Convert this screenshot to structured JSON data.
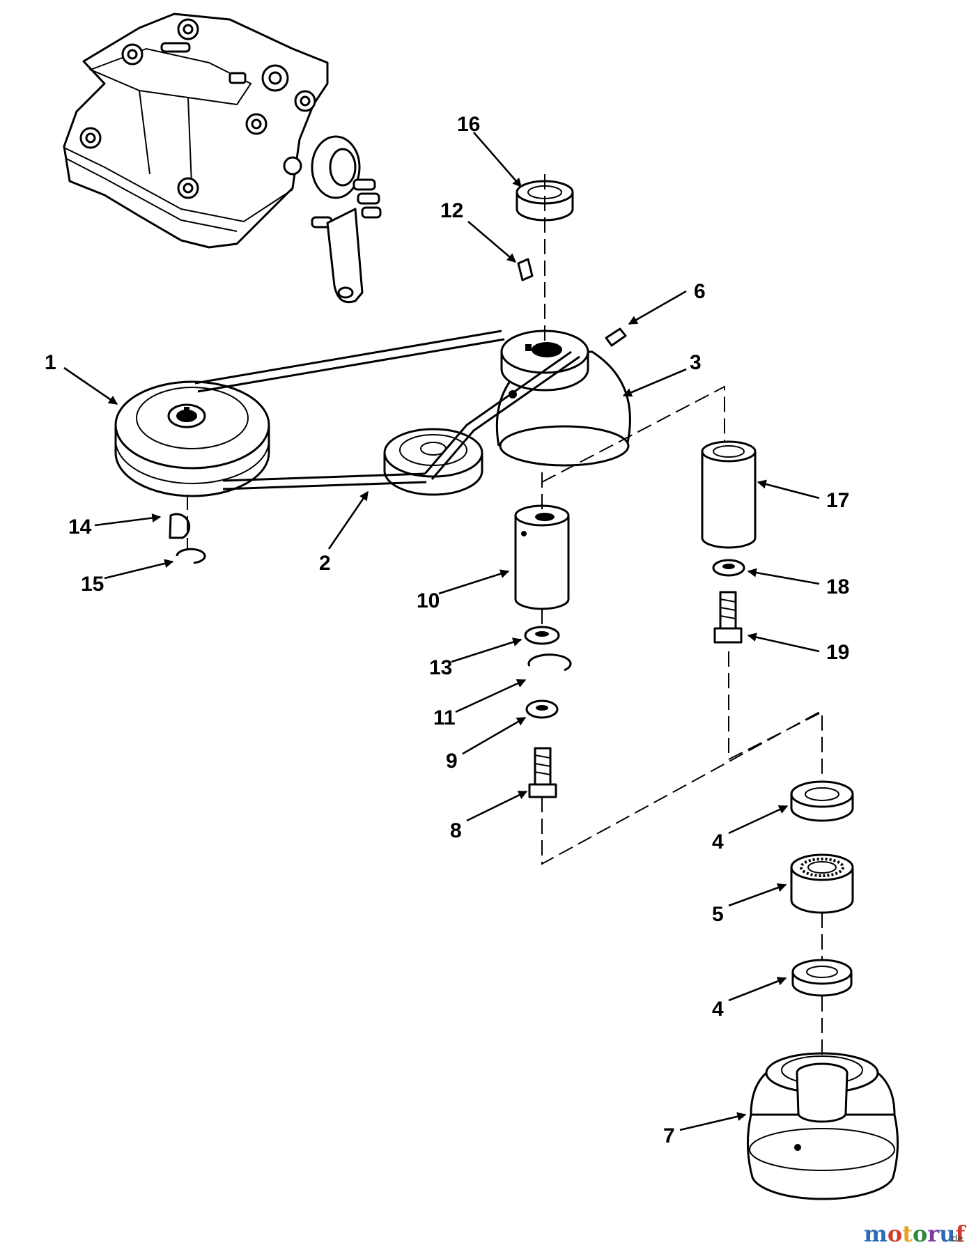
{
  "callouts": {
    "c1": "1",
    "c2": "2",
    "c3": "3",
    "c4a": "4",
    "c4b": "4",
    "c5": "5",
    "c6": "6",
    "c7": "7",
    "c8": "8",
    "c9": "9",
    "c10": "10",
    "c11": "11",
    "c12": "12",
    "c13": "13",
    "c14": "14",
    "c15": "15",
    "c16": "16",
    "c17": "17",
    "c18": "18",
    "c19": "19"
  },
  "watermark": {
    "letters": [
      "m",
      "o",
      "t",
      "o",
      "r",
      "u",
      "f"
    ],
    "suffix": ".de",
    "colors": [
      "#2a6bb5",
      "#d23a2a",
      "#e5a21c",
      "#2c8a3f",
      "#7a3aa0",
      "#2a6bb5",
      "#d23a2a"
    ]
  }
}
